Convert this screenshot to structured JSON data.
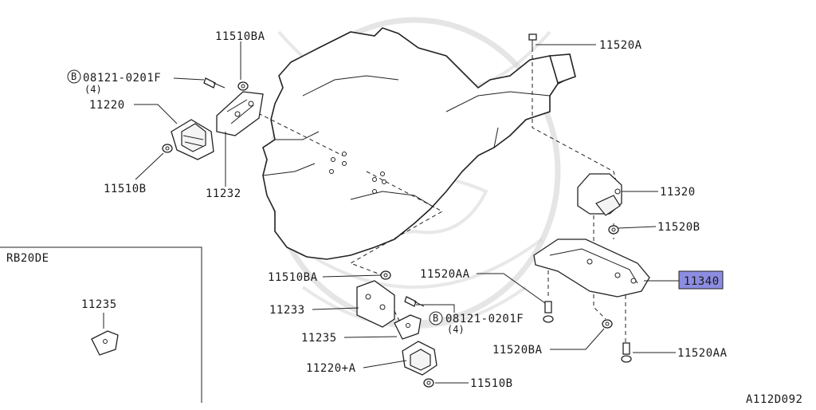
{
  "diagram": {
    "code": "A112D092",
    "variant_box_title": "RB20DE",
    "highlight_color": "#8c8ce0",
    "labels": {
      "l_11510BA_top": "11510BA",
      "l_08121_top": "08121-0201F",
      "l_08121_top_qty": "(4)",
      "l_11220": "11220",
      "l_11510B_left": "11510B",
      "l_11232": "11232",
      "l_11520A": "11520A",
      "l_11320": "11320",
      "l_11520B": "11520B",
      "l_11340": "11340",
      "l_11520AA_mid": "11520AA",
      "l_11510BA_mid": "11510BA",
      "l_11233": "11233",
      "l_08121_mid": "08121-0201F",
      "l_08121_mid_qty": "(4)",
      "l_11235": "11235",
      "l_11220A": "11220+A",
      "l_11510B_bottom": "11510B",
      "l_11520BA": "11520BA",
      "l_11520AA_right": "11520AA",
      "l_11235_box": "11235"
    },
    "bolt_symbol": "B"
  }
}
